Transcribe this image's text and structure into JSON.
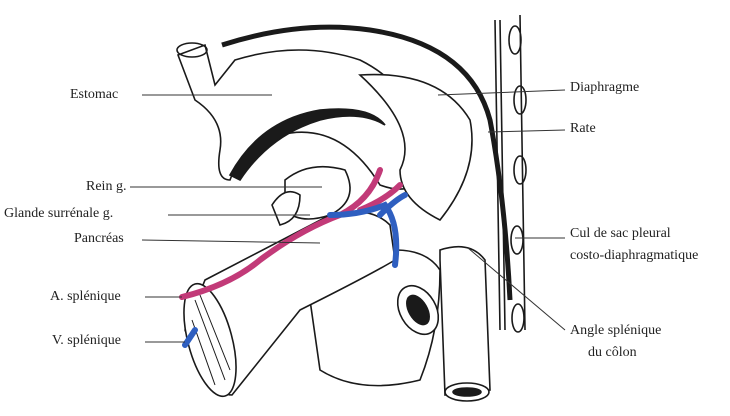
{
  "labels": {
    "estomac": "Estomac",
    "rein": "Rein g.",
    "glande": "Glande surrénale g.",
    "pancreas": "Pancréas",
    "artere": "A. splénique",
    "veine": "V. splénique",
    "diaphragme": "Diaphragme",
    "rate": "Rate",
    "cul_de_sac_1": "Cul de sac pleural",
    "cul_de_sac_2": "costo-diaphragmatique",
    "angle_1": "Angle splénique",
    "angle_2": "du côlon"
  },
  "colors": {
    "artery": "#c23a78",
    "vein": "#2f5fc0",
    "ink": "#1a1a1a"
  }
}
